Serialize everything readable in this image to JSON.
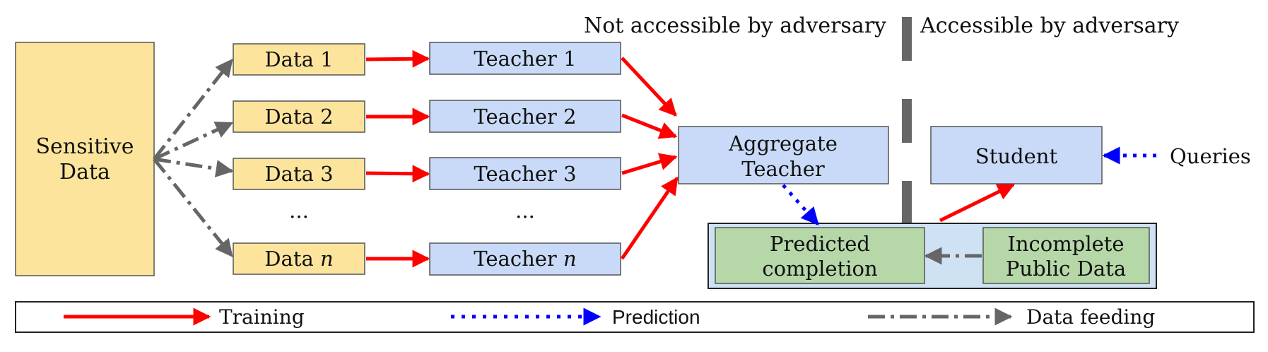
{
  "header": {
    "left_zone": "Not accessible by adversary",
    "right_zone": "Accessible by adversary"
  },
  "nodes": {
    "sensitive_line1": "Sensitive",
    "sensitive_line2": "Data",
    "data_1": "Data 1",
    "data_2": "Data 2",
    "data_3": "Data 3",
    "data_n_prefix": "Data ",
    "data_n_var": "n",
    "data_ellipsis": "...",
    "teacher_1": "Teacher 1",
    "teacher_2": "Teacher 2",
    "teacher_3": "Teacher 3",
    "teacher_n_prefix": "Teacher ",
    "teacher_n_var": "n",
    "teacher_ellipsis": "...",
    "aggregate_line1": "Aggregate",
    "aggregate_line2": "Teacher",
    "student": "Student",
    "queries": "Queries",
    "predicted_line1": "Predicted",
    "predicted_line2": "completion",
    "incomplete_line1": "Incomplete",
    "incomplete_line2": "Public Data"
  },
  "legend": {
    "training": "Training",
    "prediction": "Prediction",
    "data_feeding": "Data feeding"
  },
  "colors": {
    "data_fill": "#fde49c",
    "teacher_fill": "#c9daf8",
    "green_fill": "#b6d7a8",
    "container_fill": "#cfe2f3",
    "training": "#ff0000",
    "prediction": "#0000ff",
    "data_feeding": "#666666"
  }
}
